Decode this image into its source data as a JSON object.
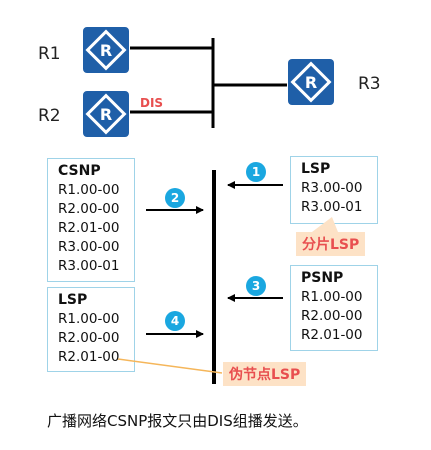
{
  "topology": {
    "routers": [
      {
        "id": "R1",
        "label": "R1"
      },
      {
        "id": "R2",
        "label": "R2"
      },
      {
        "id": "R3",
        "label": "R3"
      }
    ],
    "dis_label": "DIS"
  },
  "csnp_box": {
    "title": "CSNP",
    "entries": [
      "R1.00-00",
      "R2.00-00",
      "R2.01-00",
      "R3.00-00",
      "R3.00-01"
    ]
  },
  "lsp_box_left": {
    "title": "LSP",
    "entries": [
      "R1.00-00",
      "R2.00-00",
      "R2.01-00"
    ]
  },
  "lsp_box_right": {
    "title": "LSP",
    "entries": [
      "R3.00-00",
      "R3.00-01"
    ]
  },
  "psnp_box": {
    "title": "PSNP",
    "entries": [
      "R1.00-00",
      "R2.00-00",
      "R2.01-00"
    ]
  },
  "tags": {
    "fragment": "分片LSP",
    "pseudonode": "伪节点LSP"
  },
  "steps": [
    "1",
    "2",
    "3",
    "4"
  ],
  "caption": "广播网络CSNP报文只由DIS组播发送。",
  "colors": {
    "router_blue": "#1f5fa8",
    "step_blue": "#1aa7e0",
    "tag_bg": "#fde2c6",
    "tag_text": "#e84f4f",
    "box_border": "#9fd3e8"
  }
}
